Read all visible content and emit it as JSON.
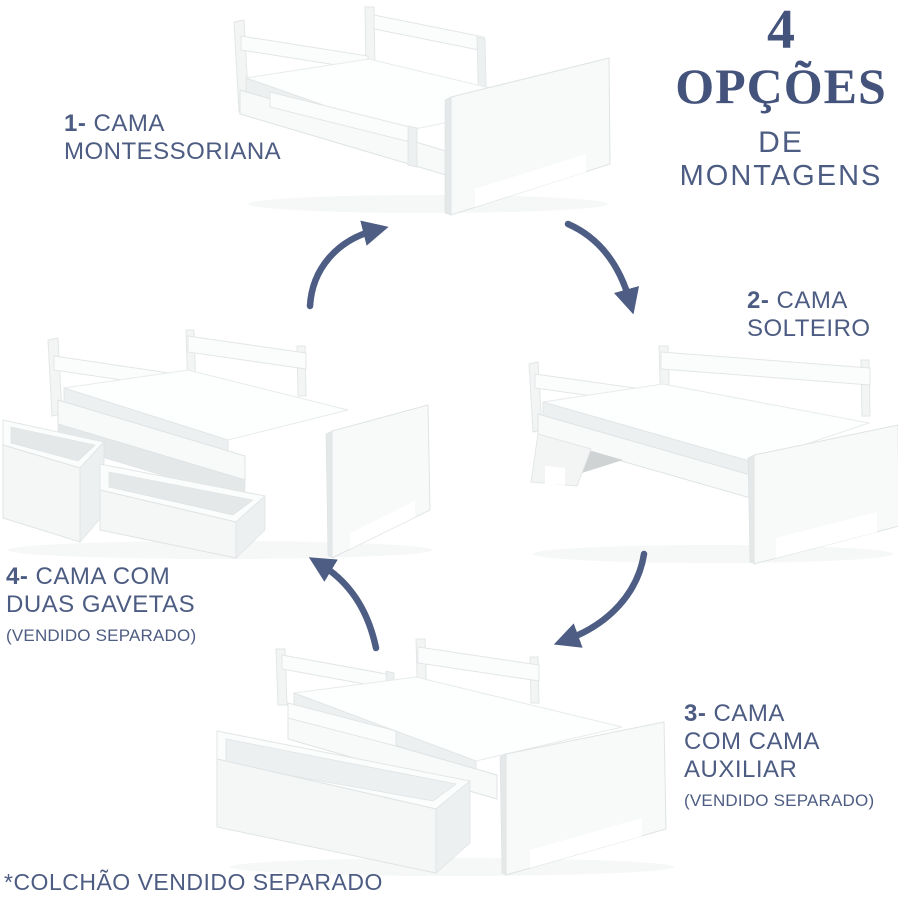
{
  "title": {
    "number": "4",
    "headline": "OPÇÕES",
    "sub1": "DE",
    "sub2": "MONTAGENS"
  },
  "labels": {
    "option1": {
      "prefix": "1-",
      "line1": "CAMA",
      "line2": "MONTESSORIANA"
    },
    "option2": {
      "prefix": "2-",
      "line1": "CAMA",
      "line2": "SOLTEIRO"
    },
    "option3": {
      "prefix": "3-",
      "line1": "CAMA",
      "line2": "COM CAMA",
      "line3": "AUXILIAR",
      "note": "(VENDIDO SEPARADO)"
    },
    "option4": {
      "prefix": "4-",
      "line1": "CAMA COM",
      "line2": "DUAS GAVETAS",
      "note": "(VENDIDO SEPARADO)"
    }
  },
  "footnote": "*COLCHÃO VENDIDO SEPARADO",
  "colors": {
    "text_blue": "#4d5c82",
    "title_blue": "#44537b",
    "arrow_blue": "#4d5d84",
    "bed_white": "#fbfcfc"
  },
  "icons": {
    "arrow_4_to_1": "curved-arrow-up-right",
    "arrow_1_to_2": "curved-arrow-down-right",
    "arrow_2_to_3": "curved-arrow-down-left",
    "arrow_3_to_4": "curved-arrow-up-left"
  }
}
